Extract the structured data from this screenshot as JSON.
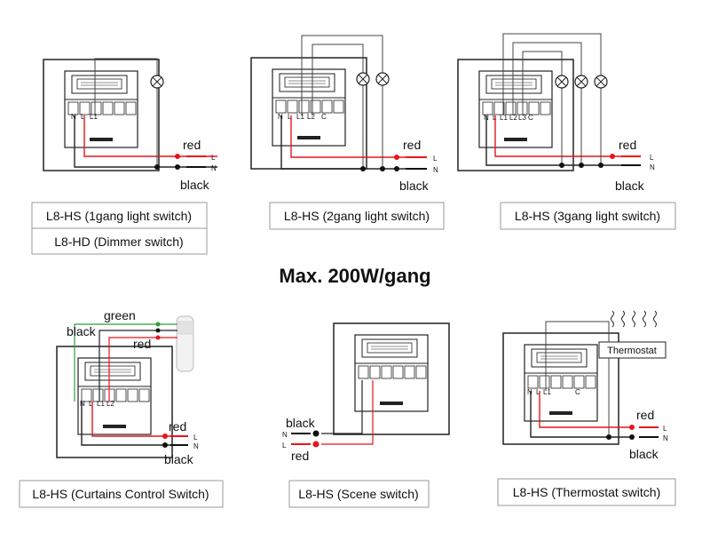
{
  "headline": "Max. 200W/gang",
  "colors": {
    "red": "#e8141c",
    "black": "#111111",
    "green": "#2e9e3a",
    "gray": "#444444"
  },
  "wire_labels": {
    "red": "red",
    "black": "black",
    "green": "green",
    "L": "L",
    "N": "N"
  },
  "terminal_labels": {
    "n": "N",
    "l": "L",
    "l1": "L1",
    "l2": "L2",
    "l3": "L3",
    "c": "C"
  },
  "thermostat_label": "Thermostat",
  "panels": [
    {
      "captions": [
        "L8-HS (1gang light switch)",
        "L8-HD (Dimmer switch)"
      ]
    },
    {
      "captions": [
        "L8-HS (2gang light switch)"
      ]
    },
    {
      "captions": [
        "L8-HS (3gang light switch)"
      ]
    },
    {
      "captions": [
        "L8-HS (Curtains Control Switch)"
      ]
    },
    {
      "captions": [
        "L8-HS (Scene switch)"
      ]
    },
    {
      "captions": [
        "L8-HS (Thermostat switch)"
      ]
    }
  ]
}
